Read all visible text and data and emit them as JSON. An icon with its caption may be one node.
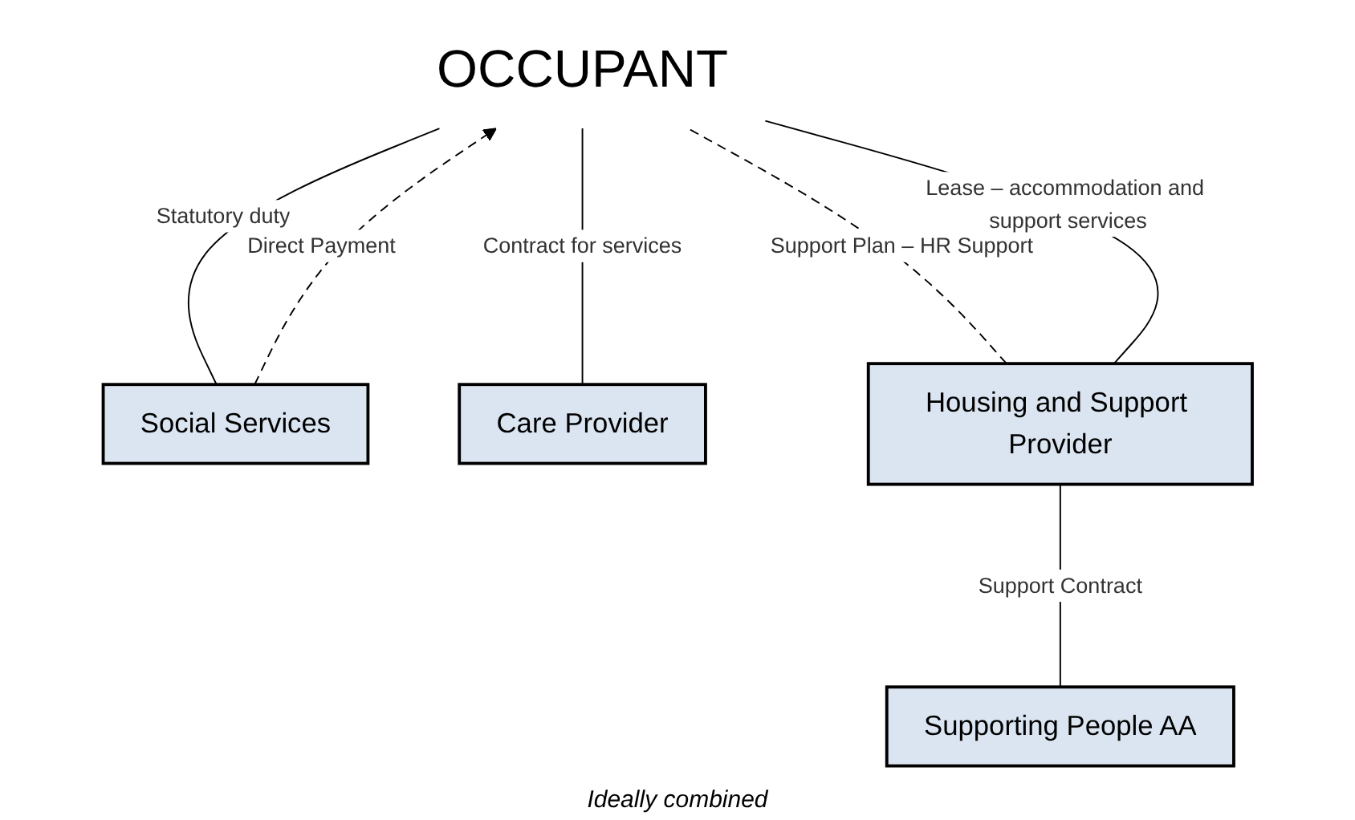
{
  "diagram": {
    "nodes": [
      {
        "text": [
          "OCCUPANT"
        ]
      },
      {
        "text": [
          "Social Services"
        ]
      },
      {
        "text": [
          "Care Provider"
        ]
      },
      {
        "text": [
          "Housing and Support Provider"
        ]
      },
      {
        "text": [
          "Supporting People AA"
        ]
      }
    ],
    "edges": [
      {
        "from": 1,
        "to": 0,
        "arrow": "none",
        "label": "Statutory duty"
      },
      {
        "from": 1,
        "to": 0,
        "arrow": "to",
        "label": "Direct Payment",
        "style": "dashed"
      },
      {
        "from": 2,
        "to": 0,
        "arrow": "none",
        "label": "Contract for services"
      },
      {
        "from": 3,
        "to": 0,
        "arrow": "none",
        "label": "Support  Plan – HR Support",
        "style": "dashed"
      },
      {
        "from": 3,
        "to": 0,
        "arrow": "none",
        "label": "Lease – accommodation and support services"
      },
      {
        "from": 4,
        "to": 3,
        "arrow": "none",
        "label": "Support Contract"
      }
    ],
    "labels": [
      "Ideally combined"
    ]
  }
}
